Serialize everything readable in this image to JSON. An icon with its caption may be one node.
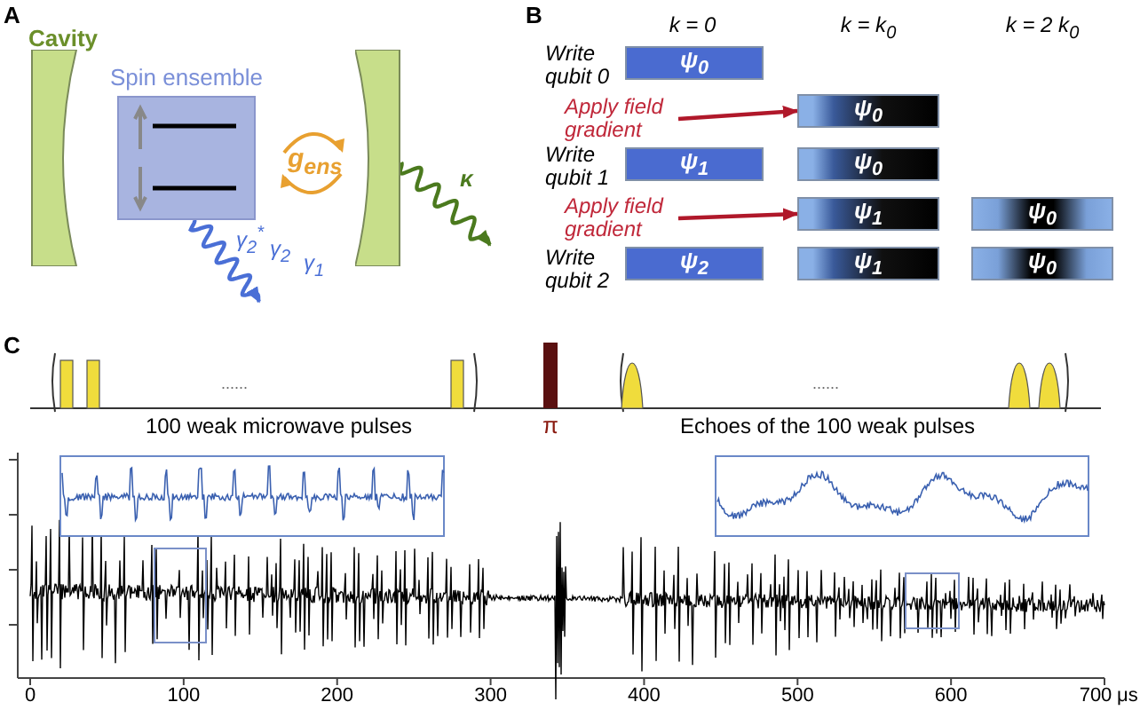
{
  "diagram": {
    "nodes": [
      {
        "text": [
          "Cavity"
        ]
      },
      {
        "text": [
          "Spin ensemble"
        ]
      },
      {
        "text": [],
        "shape": "mirror"
      },
      {
        "text": [
          "ψ$_{0}$"
        ]
      },
      {
        "text": [
          "Apply field gradient"
        ]
      },
      {
        "text": [
          "ψ$_{0}$"
        ]
      },
      {
        "text": [
          "ψ$_{1}$"
        ]
      },
      {
        "text": [
          "ψ$_{0}$"
        ]
      },
      {
        "text": [
          "Apply field gradient"
        ]
      },
      {
        "text": [
          "ψ$_{1}$"
        ]
      },
      {
        "text": [
          "ψ$_{0}$"
        ]
      },
      {
        "text": [
          "ψ$_{2}$"
        ]
      },
      {
        "text": [
          "ψ$_{1}$"
        ]
      },
      {
        "text": [
          "ψ$_{0}$"
        ]
      }
    ],
    "edges": [
      {
        "from": 1,
        "to": null,
        "arrow": "to",
        "color": "#4a6fd6"
      },
      {
        "from": 2,
        "to": null,
        "arrow": "to",
        "color": "#4b7a1e"
      },
      {
        "from": 4,
        "to": 5,
        "arrow": "to",
        "color": "#b0182a"
      },
      {
        "from": 8,
        "to": 9,
        "arrow": "to",
        "color": "#b0182a"
      }
    ],
    "labels": [
      "A",
      "g$_{ens}$",
      "κ",
      "γ$_{2}$$^{*}$",
      "γ$_{2}$",
      "γ$_{1}$",
      "B",
      "k = 0",
      "k = k$_{0}$",
      "k = 2 k$_{0}$",
      "Write qubit 0",
      "Write qubit 1",
      "Write qubit 2",
      "C",
      "......",
      "......",
      "100 weak microwave pulses",
      "π",
      "Echoes of the 100 weak pulses",
      "0",
      "100",
      "200",
      "300",
      "400",
      "500",
      "600",
      "700",
      "μs"
    ]
  }
}
